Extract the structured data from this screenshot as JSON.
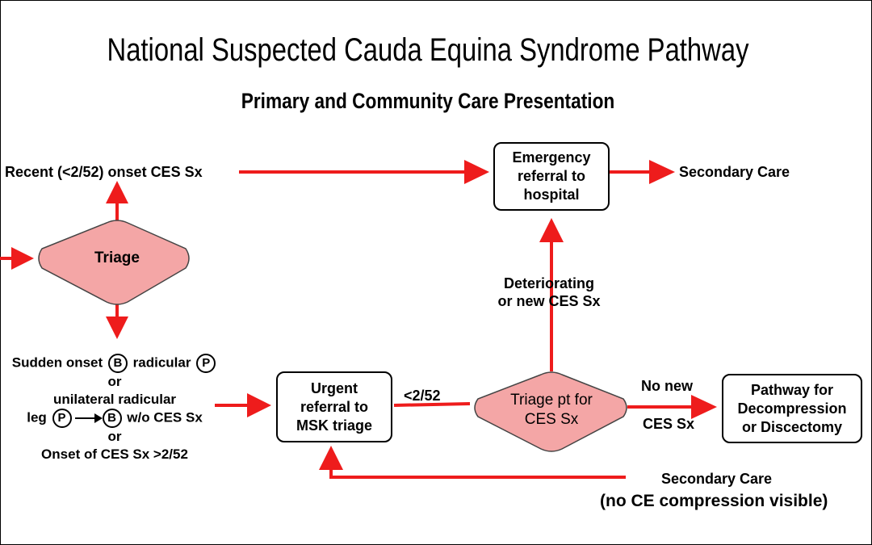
{
  "title": "National Suspected Cauda Equina Syndrome Pathway",
  "subtitle": "Primary and Community Care Presentation",
  "colors": {
    "arrow": "#ee1c1c",
    "diamond_fill": "#f4a6a6",
    "box_border": "#000000"
  },
  "nodes": {
    "triage": "Triage",
    "recent_onset": "Recent (<2/52) onset CES Sx",
    "emergency": [
      "Emergency",
      "referral to",
      "hospital"
    ],
    "secondary_care_top": "Secondary Care",
    "deteriorating": [
      "Deteriorating",
      "or new CES Sx"
    ],
    "sudden": {
      "l1a": "Sudden onset",
      "b": "B",
      "l1b": "radicular",
      "p": "P",
      "or1": "or",
      "l2": "unilateral radicular",
      "l3a": "leg",
      "l3b": "w/o CES Sx",
      "or2": "or",
      "l4": "Onset of CES Sx >2/52"
    },
    "urgent": [
      "Urgent",
      "referral to",
      "MSK triage"
    ],
    "lt_2_52": "<2/52",
    "triage_pt": [
      "Triage pt for",
      "CES Sx"
    ],
    "no_new": "No new",
    "ces_sx": "CES Sx",
    "pathway": [
      "Pathway for",
      "Decompression",
      "or Discectomy"
    ],
    "secondary_care_bottom": "Secondary Care",
    "no_ce": "(no CE compression visible)"
  }
}
